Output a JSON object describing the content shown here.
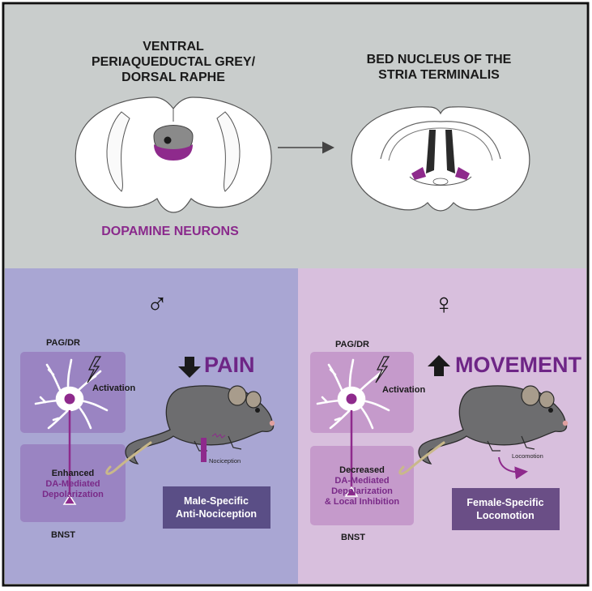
{
  "top": {
    "left_title_lines": [
      "VENTRAL",
      "PERIAQUEDUCTAL GREY/",
      "DORSAL RAPHE"
    ],
    "right_title_lines": [
      "BED NUCLEUS OF THE",
      "STRIA TERMINALIS"
    ],
    "dopamine_label": "DOPAMINE NEURONS"
  },
  "male": {
    "symbol": "♂",
    "pag_label": "PAG/DR",
    "activation_label": "Activation",
    "bnst_lines": [
      "Enhanced"
    ],
    "bnst_purple_lines": [
      "DA-Mediated",
      "Depolarization"
    ],
    "bnst_label": "BNST",
    "effect_arrow": "down",
    "effect_word": "PAIN",
    "mouse_note": "Nociception",
    "result_lines": [
      "Male-Specific",
      "Anti-Nociception"
    ]
  },
  "female": {
    "symbol": "♀",
    "pag_label": "PAG/DR",
    "activation_label": "Activation",
    "bnst_lines": [
      "Decreased"
    ],
    "bnst_purple_lines": [
      "DA-Mediated",
      "Depolarization",
      "& Local Inhibition"
    ],
    "bnst_label": "BNST",
    "effect_arrow": "up",
    "effect_word": "MOVEMENT",
    "mouse_note": "Locomotion",
    "result_lines": [
      "Female-Specific",
      "Locomotion"
    ]
  },
  "colors": {
    "top_bg": "#c9cdcc",
    "male_bg": "#a9a6d3",
    "female_bg": "#d8bfdd",
    "dopamine": "#8e2a8c",
    "result_box": "#5a4e86",
    "neuron_box_male": "#9a84c2",
    "neuron_box_female": "#c59acb"
  }
}
